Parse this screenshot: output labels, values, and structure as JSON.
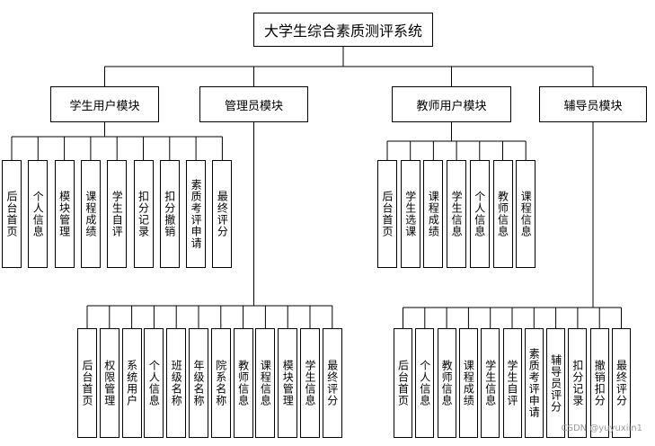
{
  "root": {
    "label": "大学生综合素质测评系统"
  },
  "modules": [
    {
      "label": "学生用户模块",
      "children": [
        "后台首页",
        "个人信息",
        "模块管理",
        "课程成绩",
        "学生自评",
        "扣分记录",
        "扣分撤销",
        "素质考评申请",
        "最终评分"
      ]
    },
    {
      "label": "管理员模块",
      "children": [
        "后台首页",
        "权限管理",
        "系统用户",
        "个人信息",
        "班级名称",
        "年级名称",
        "院系名称",
        "教师信息",
        "课程信息",
        "模块管理",
        "学生信息",
        "最终评分"
      ]
    },
    {
      "label": "教师用户模块",
      "children": [
        "后台首页",
        "学生选课",
        "课程成绩",
        "学生信息",
        "个人信息",
        "教师信息",
        "课程信息"
      ]
    },
    {
      "label": "辅导员模块",
      "children": [
        "后台首页",
        "个人信息",
        "教师信息",
        "课程成绩",
        "学生信息",
        "学生自评",
        "素质考评申请",
        "辅导员评分",
        "扣分记录",
        "撤销扣分",
        "最终评分"
      ]
    }
  ],
  "watermark": "CSDN @yuyuxiin1"
}
